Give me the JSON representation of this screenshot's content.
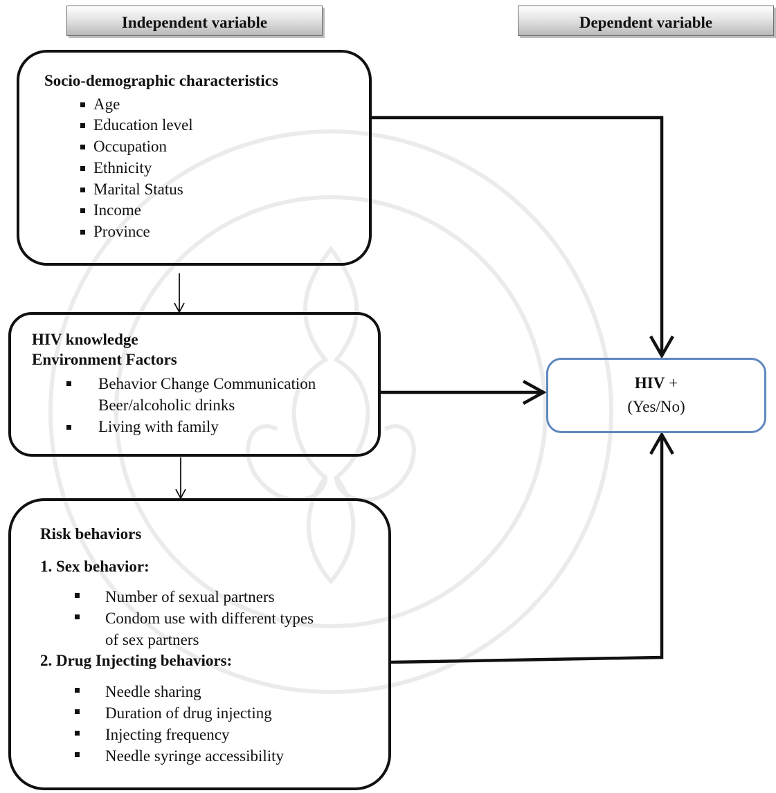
{
  "header": {
    "independent": "Independent variable",
    "dependent": "Dependent variable"
  },
  "socio": {
    "title": "Socio-demographic characteristics",
    "items": [
      "Age",
      "Education level",
      "Occupation",
      "Ethnicity",
      "Marital Status",
      "Income",
      "Province"
    ]
  },
  "knowledge": {
    "title1": "HIV knowledge",
    "title2": "Environment Factors",
    "item1_line1": "Behavior Change Communication",
    "item1_line2": "Beer/alcoholic drinks",
    "item2": "Living with family"
  },
  "risk": {
    "title": "Risk behaviors",
    "sex_title": "1. Sex behavior:",
    "sex_items": [
      "Number of sexual partners",
      "Condom use with different types",
      "of sex partners"
    ],
    "drug_title": "2. Drug Injecting behaviors:",
    "drug_items": [
      "Needle sharing",
      "Duration of drug injecting",
      "Injecting frequency",
      "Needle syringe accessibility"
    ]
  },
  "outcome": {
    "label": "HIV",
    "sign": " +",
    "values": "(Yes/No)"
  },
  "colors": {
    "outcome_border": "#5f87bd",
    "watermark": "#e6e6e6"
  }
}
